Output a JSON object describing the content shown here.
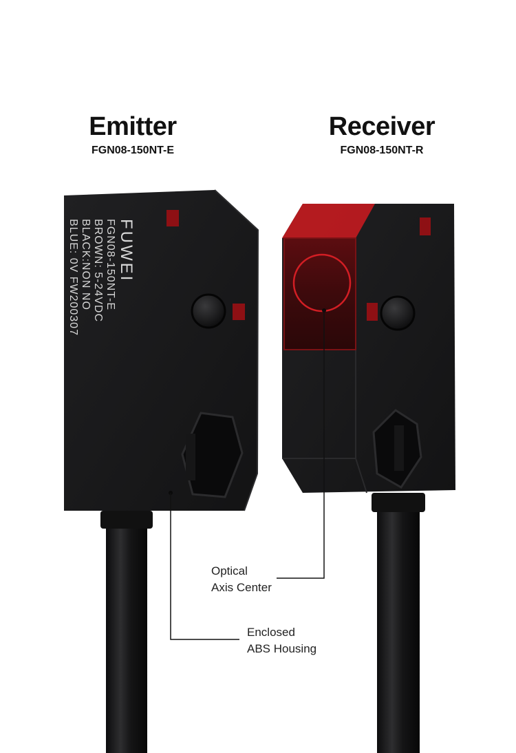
{
  "emitter": {
    "title": "Emitter",
    "model": "FGN08-150NT-E",
    "side_print": {
      "brand": "FUWEI",
      "lines": [
        "FGN08-150NT-E",
        "BROWN: 5-24VDC",
        "BLACK:NON NO",
        "BLUE: 0V  FW200307"
      ]
    }
  },
  "receiver": {
    "title": "Receiver",
    "model": "FGN08-150NT-R"
  },
  "callouts": {
    "optical_line1": "Optical",
    "optical_line2": "Axis Center",
    "housing_line1": "Enclosed",
    "housing_line2": "ABS Housing"
  },
  "colors": {
    "housing": "#1b1b1d",
    "lens_red": "#b0181a",
    "background": "#ffffff"
  }
}
